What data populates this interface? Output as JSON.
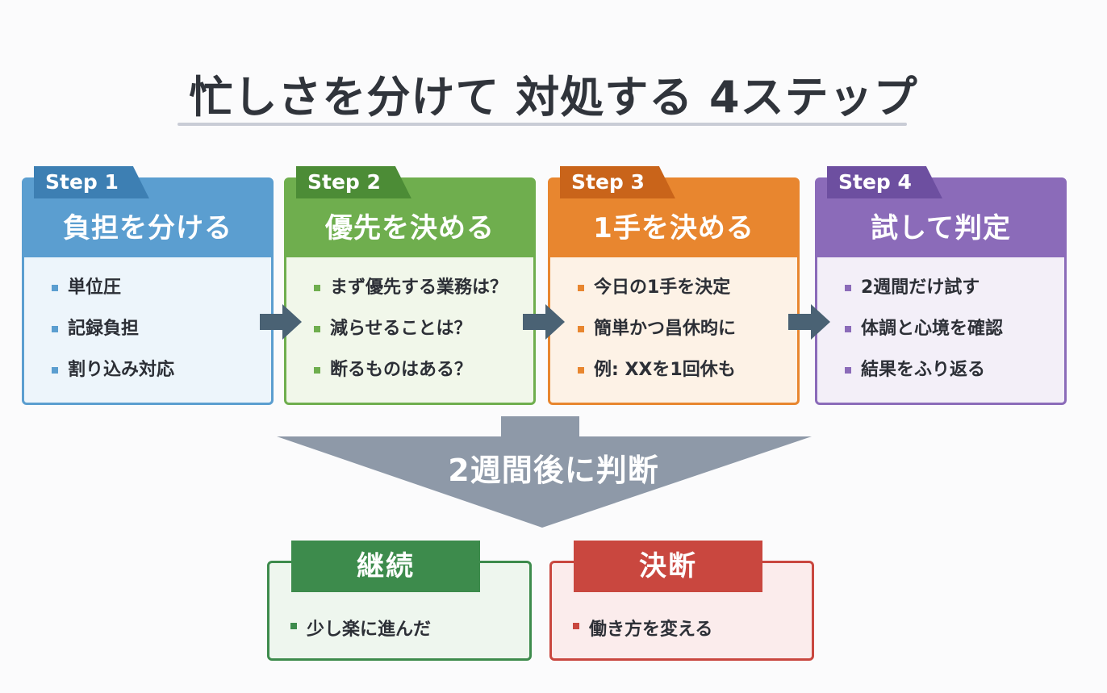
{
  "title": "忙しさを分けて 対処する 4ステップ",
  "steps": [
    {
      "tag": "Step 1",
      "heading": "負担を分ける",
      "color": "#5b9ed0",
      "items": [
        "単位圧",
        "記録負担",
        "割り込み対応"
      ]
    },
    {
      "tag": "Step 2",
      "heading": "優先を決める",
      "color": "#6fae4e",
      "items": [
        "まず優先する業務は？",
        "減らせることは？",
        "断るものはある？"
      ]
    },
    {
      "tag": "Step 3",
      "heading": "1手を決める",
      "color": "#e8862f",
      "items": [
        "今日の1手を決定",
        "簡単かつ昌休昀に",
        "例: XXを1回休も"
      ]
    },
    {
      "tag": "Step 4",
      "heading": "試して判定",
      "color": "#8b6bb9",
      "items": [
        "2週間だけ試す",
        "体調と心境を確認",
        "結果をふり返る"
      ]
    }
  ],
  "decision": {
    "label": "2週間後に判断",
    "color": "#8e99a8"
  },
  "outcomes": [
    {
      "label": "継続",
      "item": "少し楽に進んだ",
      "color": "#3d8b4c"
    },
    {
      "label": "決断",
      "item": "働き方を変える",
      "color": "#c9473f"
    }
  ]
}
